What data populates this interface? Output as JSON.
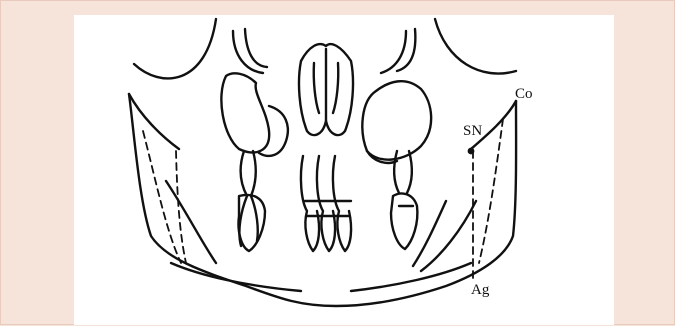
{
  "figure": {
    "labels": {
      "co": "Co",
      "sn": "SN",
      "ag": "Ag"
    }
  },
  "colors": {
    "background": "#f6e3da",
    "panel": "#ffffff",
    "ink": "#111111"
  }
}
